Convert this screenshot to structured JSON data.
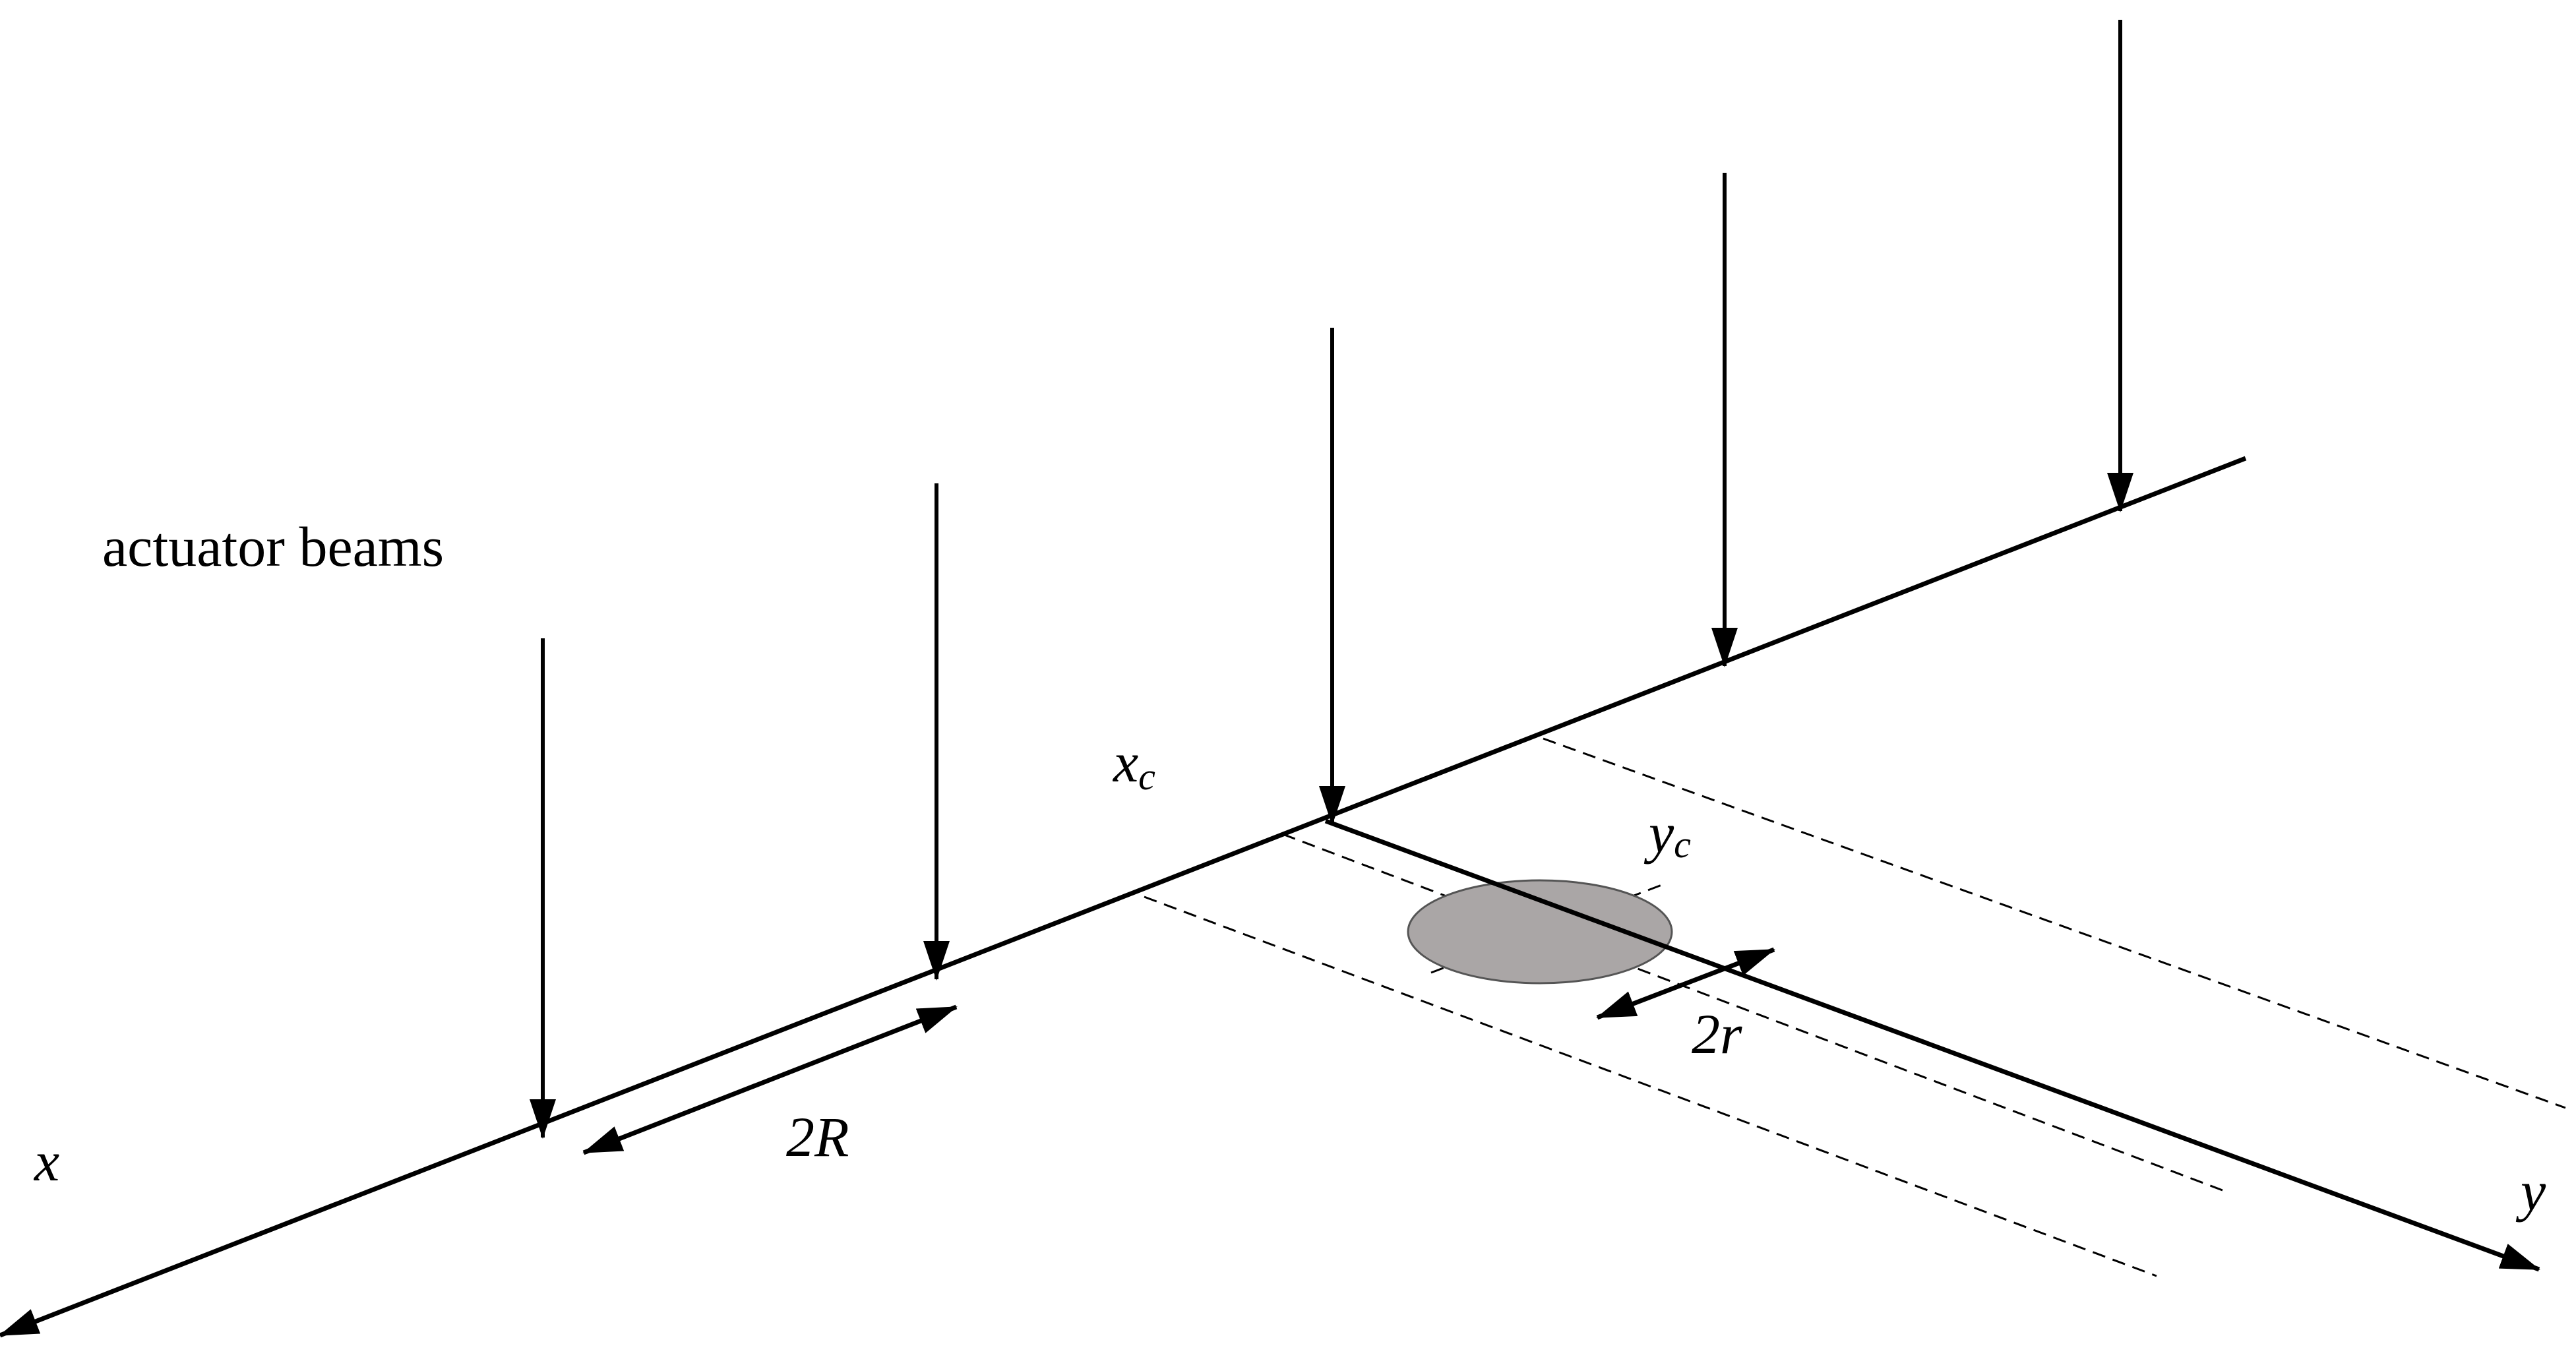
{
  "labels": {
    "actuator_beams": "actuator beams",
    "x_axis": "x",
    "y_axis": "y",
    "xc_base": "x",
    "xc_sub": "c",
    "yc_base": "y",
    "yc_sub": "c",
    "two_R": "2R",
    "two_r": "2r"
  },
  "colors": {
    "line": "#000000",
    "spot_fill": "#aaa6a6",
    "spot_stroke": "#555555",
    "background": "#ffffff"
  }
}
